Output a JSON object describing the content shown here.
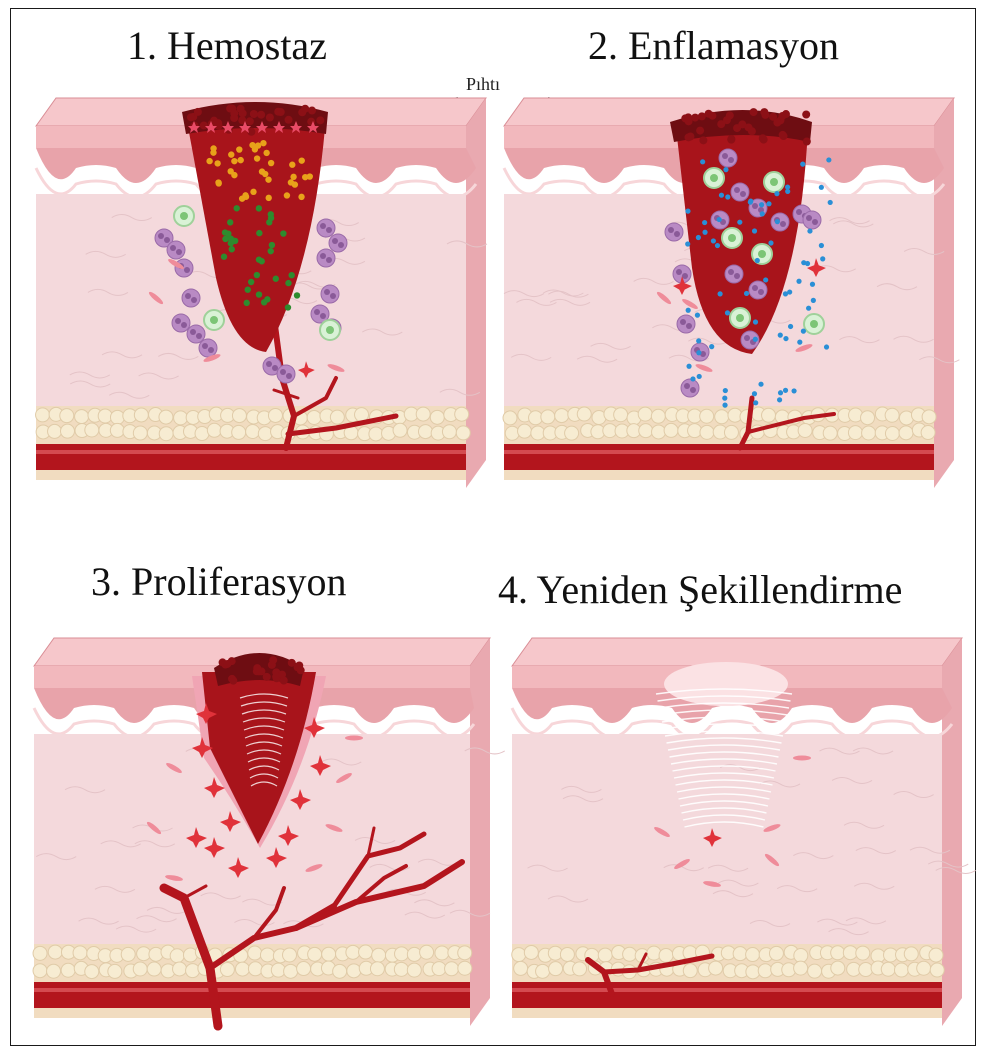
{
  "titles": {
    "stage1": "1. Hemostaz",
    "stage2": "2. Enflamasyon",
    "stage3": "3. Proliferasyon",
    "stage4": "4. Yeniden Şekillendirme"
  },
  "callout": {
    "label": "Pıhtı"
  },
  "colors": {
    "epidermis": "#f2b8bd",
    "dermis": "#f4d9dc",
    "clot": "#a8141b",
    "clot_dark": "#6e0d12",
    "vessel": "#b3151d",
    "fat": "#f7ecd2",
    "platelet": "#e8a21a",
    "fibrin_dot": "#2e8b2e",
    "neutrophil": "#b98ac4",
    "macrophage": "#d9f2d6",
    "cytokine": "#2a8fd6",
    "fibroblast": "#e0323a",
    "collagen": "#ffffff"
  }
}
